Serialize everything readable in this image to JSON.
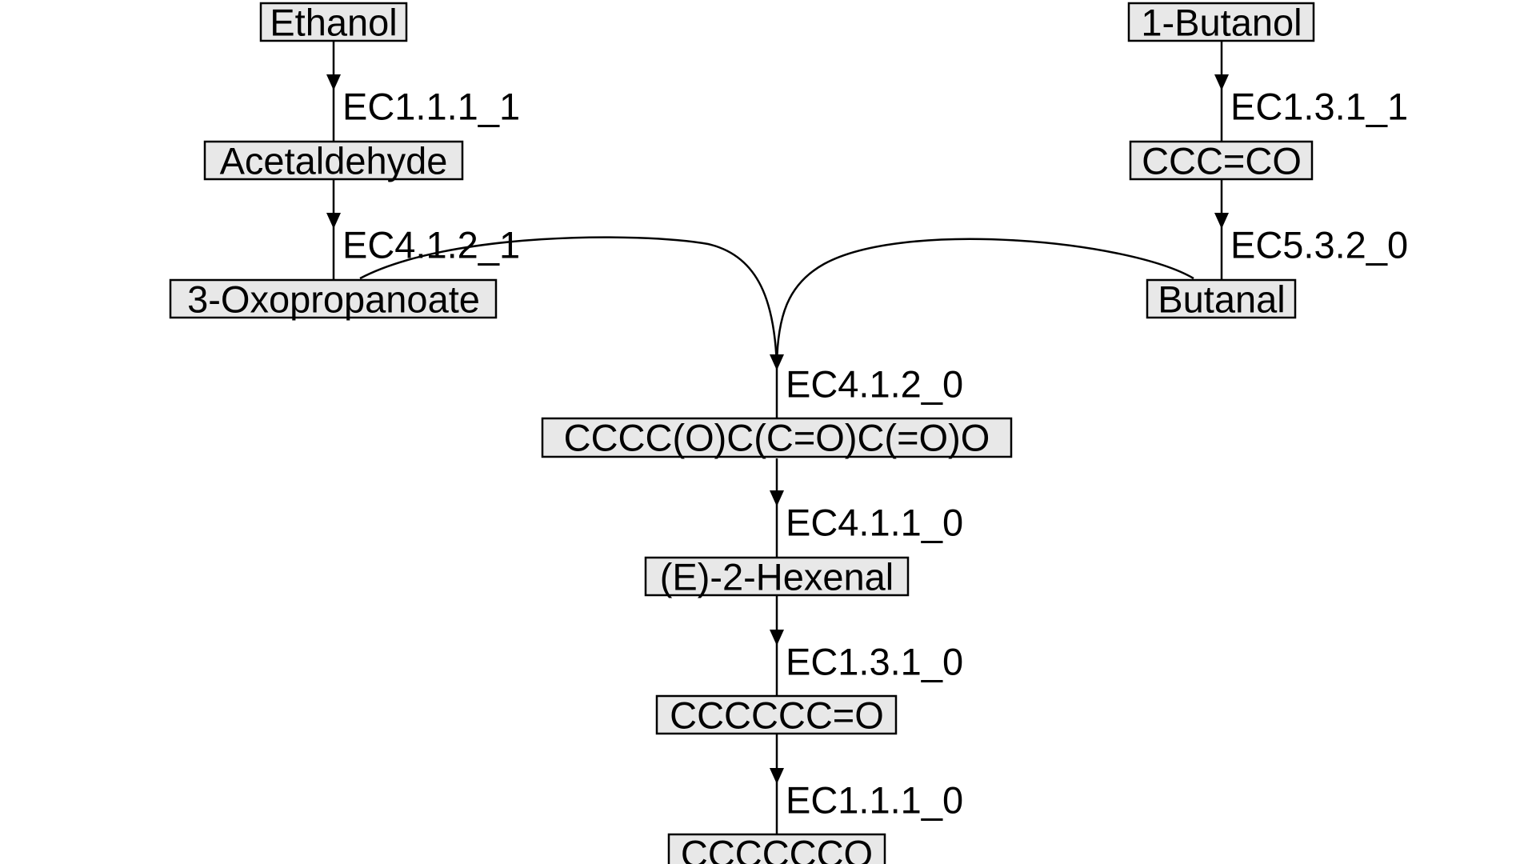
{
  "nodes": {
    "ethanol": "Ethanol",
    "butanol": "1-Butanol",
    "acetaldehyde": "Acetaldehyde",
    "ccc_co": "CCC=CO",
    "oxopropanoate": "3-Oxopropanoate",
    "butanal": "Butanal",
    "intermediate": "CCCC(O)C(C=O)C(=O)O",
    "hexenal": "(E)-2-Hexenal",
    "hexanal": "CCCCCC=O",
    "hexanol": "CCCCCCO"
  },
  "reactions": {
    "ec1_1_1_1": "EC1.1.1_1",
    "ec1_3_1_1": "EC1.3.1_1",
    "ec4_1_2_1": "EC4.1.2_1",
    "ec5_3_2_0": "EC5.3.2_0",
    "ec4_1_2_0": "EC4.1.2_0",
    "ec4_1_1_0": "EC4.1.1_0",
    "ec1_3_1_0": "EC1.3.1_0",
    "ec1_1_1_0": "EC1.1.1_0"
  },
  "colors": {
    "node_fill": "#e8e8e8",
    "stroke": "#000000",
    "background": "#ffffff"
  }
}
